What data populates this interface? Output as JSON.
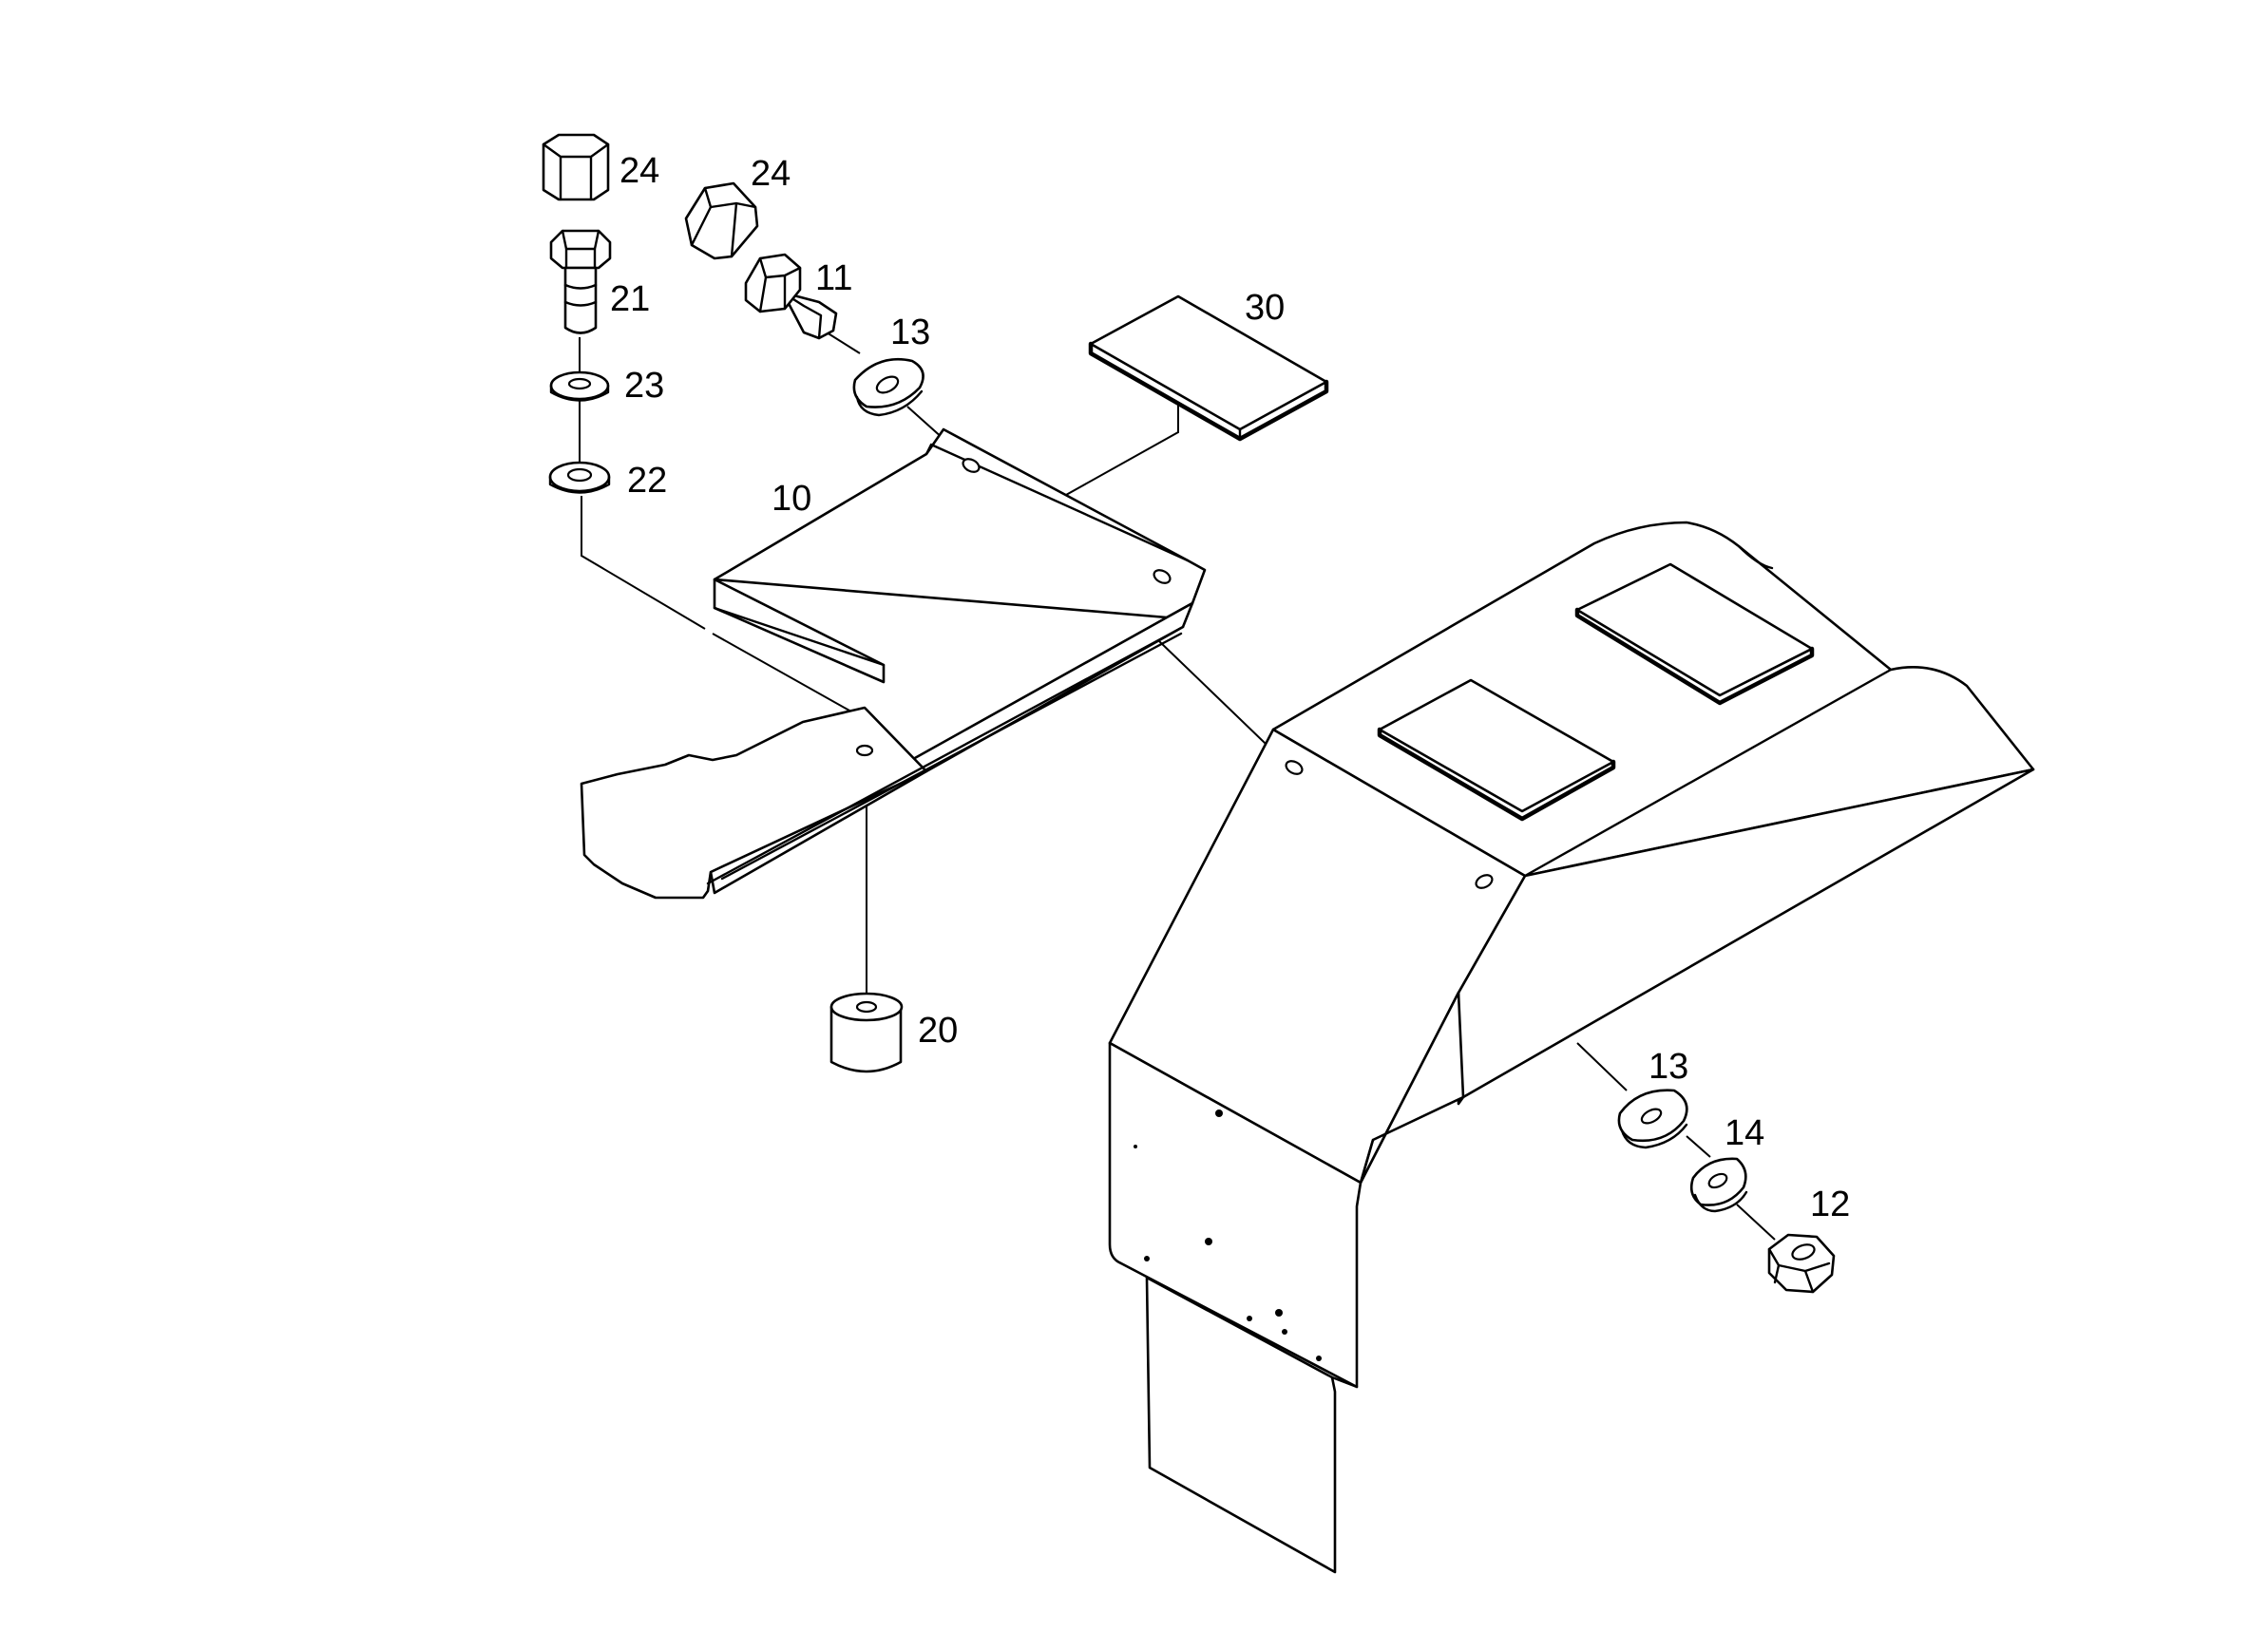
{
  "diagram": {
    "callouts": [
      {
        "id": "10",
        "label": "10"
      },
      {
        "id": "11",
        "label": "11"
      },
      {
        "id": "12",
        "label": "12"
      },
      {
        "id": "13a",
        "label": "13"
      },
      {
        "id": "13b",
        "label": "13"
      },
      {
        "id": "14",
        "label": "14"
      },
      {
        "id": "20",
        "label": "20"
      },
      {
        "id": "21",
        "label": "21"
      },
      {
        "id": "22",
        "label": "22"
      },
      {
        "id": "23",
        "label": "23"
      },
      {
        "id": "24a",
        "label": "24"
      },
      {
        "id": "24b",
        "label": "24"
      },
      {
        "id": "30",
        "label": "30"
      }
    ]
  }
}
